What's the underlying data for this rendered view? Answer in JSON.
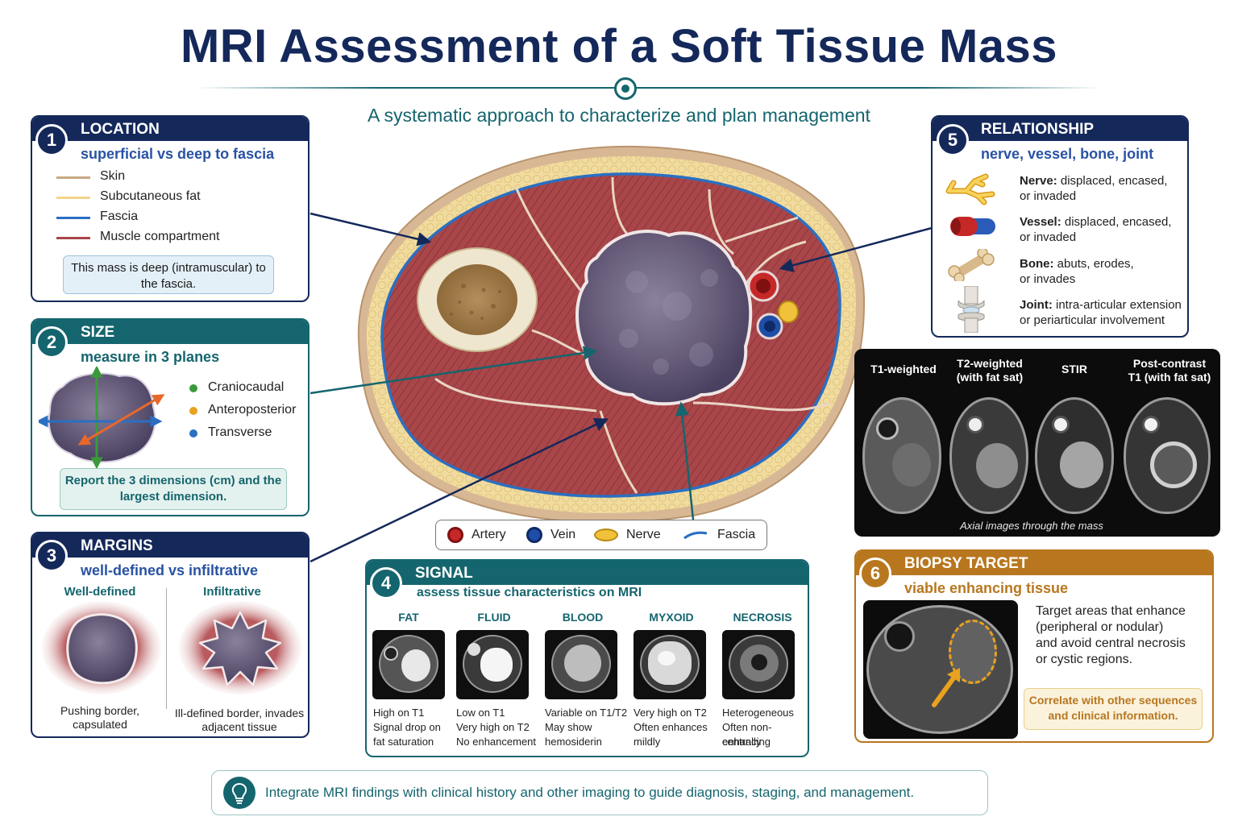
{
  "title": "MRI Assessment of a Soft Tissue Mass",
  "subtitle": "A systematic approach to characterize and plan management",
  "location": {
    "number": "1",
    "heading": "LOCATION",
    "subheading": "superficial vs deep to fascia",
    "legend": [
      "Skin",
      "Subcutaneous fat",
      "Fascia",
      "Muscle compartment"
    ],
    "note": "This mass is deep (intramuscular) to the fascia."
  },
  "size": {
    "number": "2",
    "heading": "SIZE",
    "subheading": "measure in 3 planes",
    "planes": [
      "Craniocaudal",
      "Anteroposterior",
      "Transverse"
    ],
    "note": "Report the 3 dimensions (cm) and the largest dimension."
  },
  "margins": {
    "number": "3",
    "heading": "MARGINS",
    "subheading": "well-defined vs infiltrative",
    "well_label": "Well-defined",
    "infil_label": "Infiltrative",
    "well_desc": "Pushing border, capsulated",
    "infil_desc": "Ill-defined border, invades adjacent tissue"
  },
  "signal": {
    "number": "4",
    "heading": "SIGNAL",
    "subheading": "assess tissue characteristics on MRI",
    "types": [
      {
        "label": "FAT",
        "desc": [
          "High on T1",
          "Signal drop on",
          "fat saturation"
        ]
      },
      {
        "label": "FLUID",
        "desc": [
          "Low on T1",
          "Very high on T2",
          "No enhancement"
        ]
      },
      {
        "label": "BLOOD",
        "desc": [
          "Variable on T1/T2",
          "May show",
          "hemosiderin"
        ]
      },
      {
        "label": "MYXOID",
        "desc": [
          "Very high on T2",
          "Often enhances",
          "mildly"
        ]
      },
      {
        "label": "NECROSIS",
        "desc": [
          "Heterogeneous",
          "Often non-enhancing",
          "centrally"
        ]
      }
    ]
  },
  "relationship": {
    "number": "5",
    "heading": "RELATIONSHIP",
    "subheading": "nerve, vessel, bone, joint",
    "items": [
      {
        "bold": "Nerve:",
        "rest": " displaced, encased,",
        "line2": "or invaded"
      },
      {
        "bold": "Vessel:",
        "rest": " displaced, encased,",
        "line2": "or invaded"
      },
      {
        "bold": "Bone:",
        "rest": " abuts, erodes,",
        "line2": "or invades"
      },
      {
        "bold": "Joint:",
        "rest": " intra-articular extension",
        "line2": "or periarticular involvement"
      }
    ]
  },
  "mri_panel": {
    "sequences": [
      [
        "T1-weighted",
        ""
      ],
      [
        "T2-weighted",
        "(with fat sat)"
      ],
      [
        "STIR",
        ""
      ],
      [
        "Post-contrast",
        "T1 (with fat sat)"
      ]
    ],
    "caption": "Axial images through the mass"
  },
  "biopsy": {
    "number": "6",
    "heading": "BIOPSY TARGET",
    "subheading": "viable enhancing tissue",
    "text": [
      "Target areas that enhance",
      "(peripheral or nodular)",
      "and avoid central necrosis",
      "or cystic regions."
    ],
    "note": "Correlate with other sequences and clinical information."
  },
  "key": {
    "artery": "Artery",
    "vein": "Vein",
    "nerve": "Nerve",
    "fascia": "Fascia"
  },
  "footer": "Integrate MRI findings with clinical history and other imaging to guide diagnosis, staging, and management.",
  "colors": {
    "navy": "#14285a",
    "teal": "#15656e",
    "gold": "#b8771f",
    "muscle": "#a8464a",
    "fat": "#f1dc9f",
    "fascia": "#2a6fc2"
  }
}
